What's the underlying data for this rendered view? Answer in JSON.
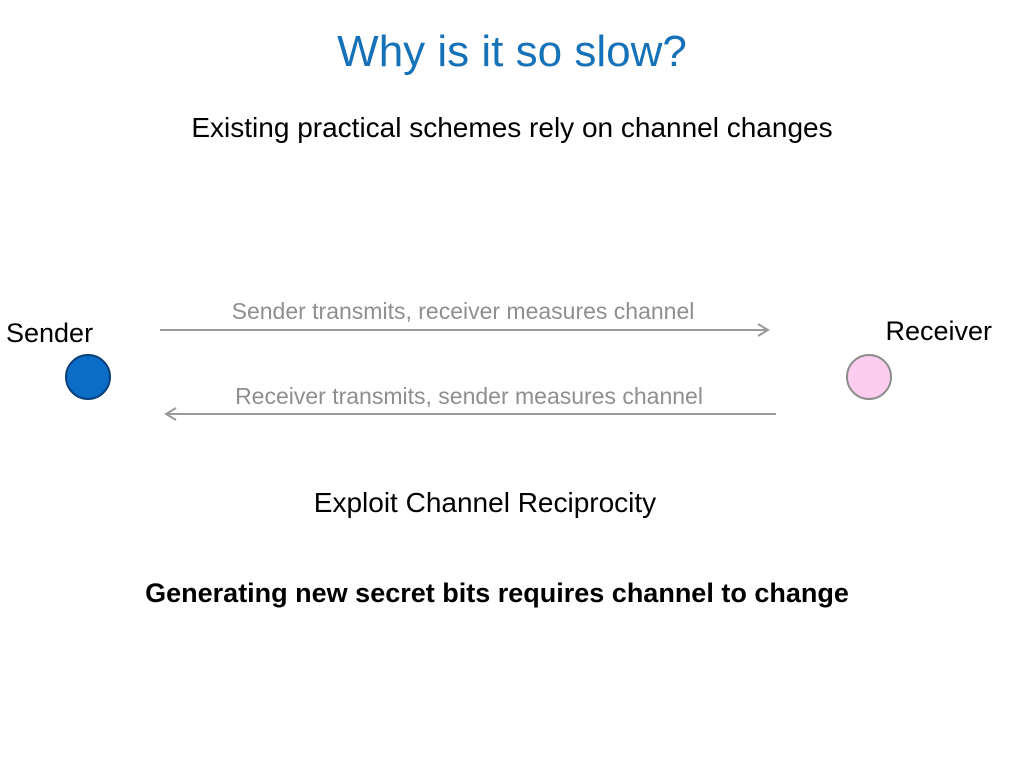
{
  "slide": {
    "title": "Why is it so slow?",
    "subtitle": "Existing practical schemes rely on channel changes",
    "reciprocity": "Exploit Channel Reciprocity",
    "conclusion": "Generating new secret bits requires channel to change"
  },
  "diagram": {
    "sender": {
      "label": "Sender",
      "color": "#0b6dc6"
    },
    "receiver": {
      "label": "Receiver",
      "color": "#fdcdf0"
    },
    "arrows": [
      {
        "label": "Sender transmits, receiver measures channel",
        "direction": "sender-to-receiver"
      },
      {
        "label": "Receiver transmits, sender measures channel",
        "direction": "receiver-to-sender"
      }
    ]
  },
  "colors": {
    "title": "#1672b8",
    "arrow": "#9a9a9a",
    "arrow_label": "#8f8f8f"
  }
}
